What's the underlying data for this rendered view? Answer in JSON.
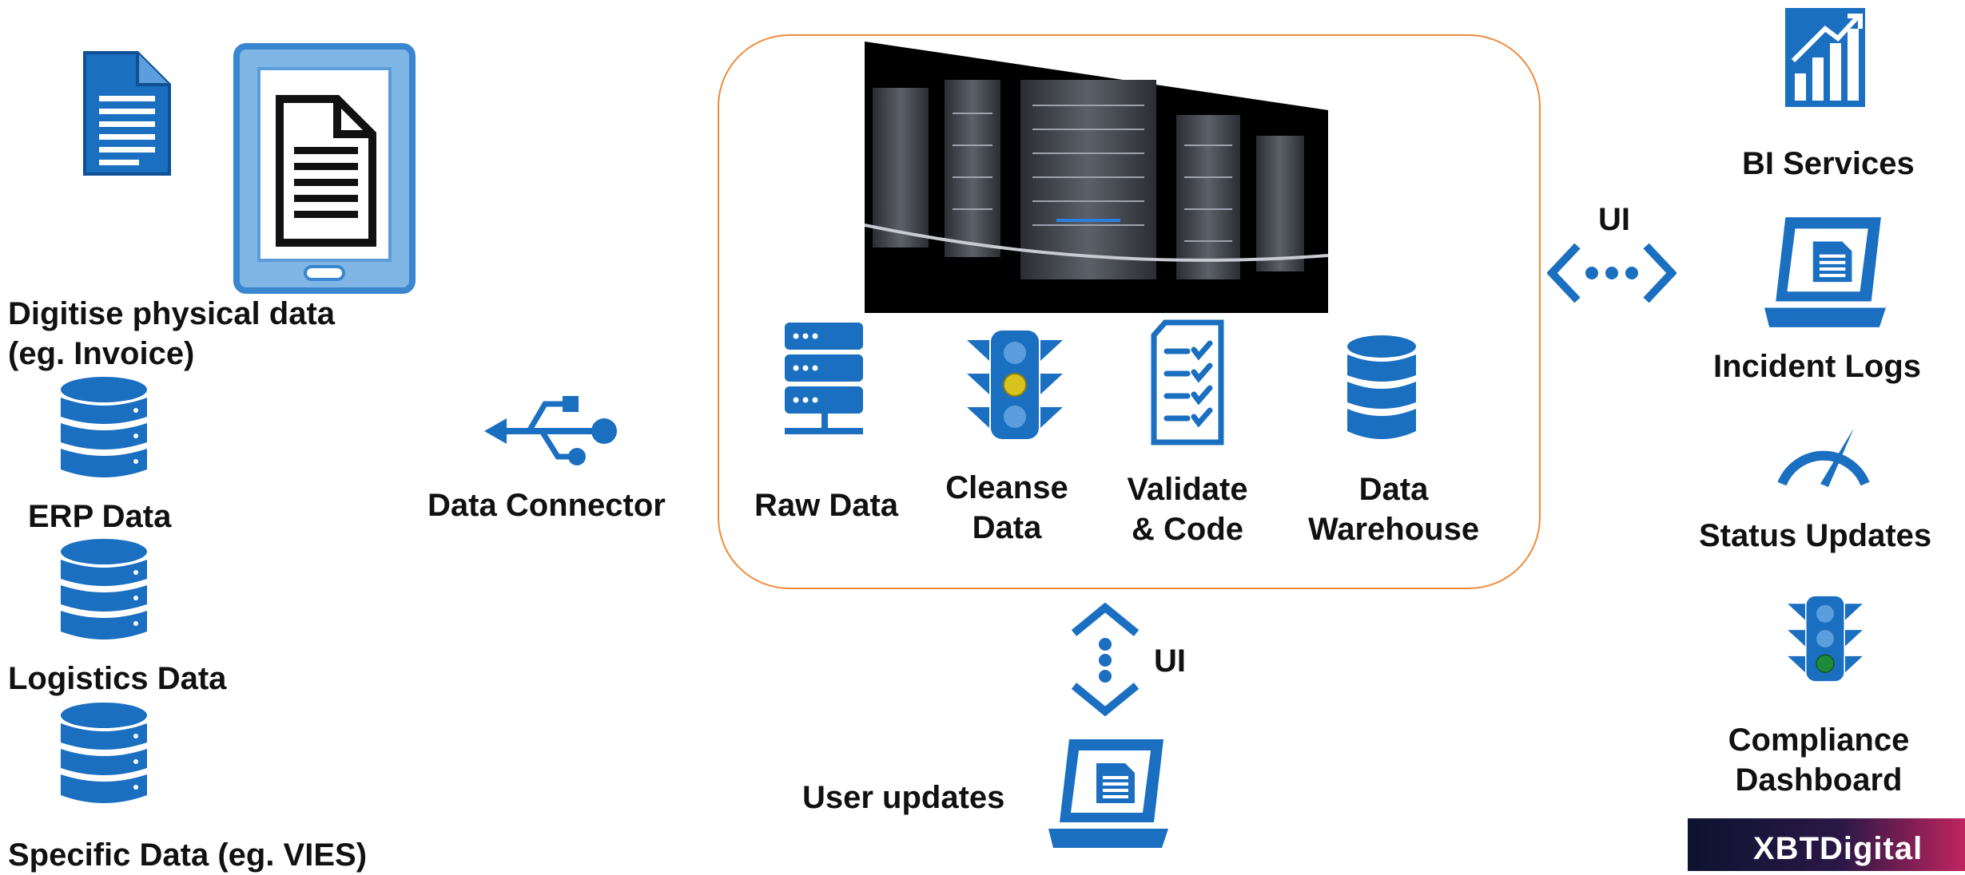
{
  "colors": {
    "icon_blue": "#1b6fc0",
    "icon_blue_dark": "#0f4f93",
    "box_border": "#f08a3a",
    "text": "#111111"
  },
  "sources": {
    "digitise_label_line1": "Digitise physical data",
    "digitise_label_line2": "(eg. Invoice)",
    "erp_label": "ERP Data",
    "logistics_label": "Logistics Data",
    "specific_label": "Specific Data (eg. VIES)"
  },
  "connector": {
    "label": "Data Connector",
    "icon": "usb-icon"
  },
  "pipeline": {
    "stages": [
      {
        "line1": "Raw Data",
        "line2": "",
        "icon": "server-stack-icon"
      },
      {
        "line1": "Cleanse",
        "line2": "Data",
        "icon": "traffic-light-icon"
      },
      {
        "line1": "Validate",
        "line2": "& Code",
        "icon": "checklist-icon"
      },
      {
        "line1": "Data",
        "line2": "Warehouse",
        "icon": "database-icon"
      }
    ]
  },
  "ui_right": {
    "label": "UI"
  },
  "ui_bottom": {
    "label": "UI"
  },
  "user_updates": {
    "label": "User updates"
  },
  "outputs": {
    "bi_label": "BI Services",
    "incident_label": "Incident Logs",
    "status_label": "Status Updates",
    "compliance_line1": "Compliance",
    "compliance_line2": "Dashboard"
  },
  "brand": {
    "text": "XBTDigital"
  }
}
